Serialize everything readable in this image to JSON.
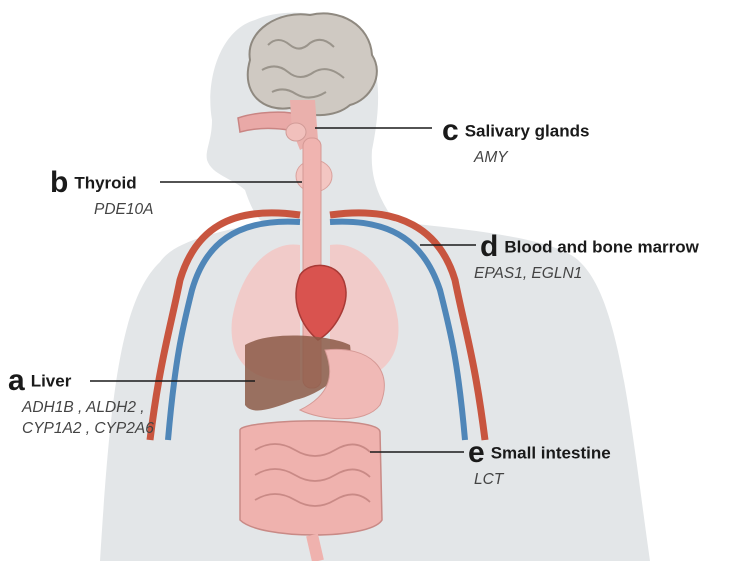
{
  "labels": {
    "a": {
      "letter": "a",
      "organ": "Liver",
      "genes_line1": "ADH1B , ALDH2 ,",
      "genes_line2": "CYP1A2 , CYP2A6"
    },
    "b": {
      "letter": "b",
      "organ": "Thyroid",
      "genes": "PDE10A"
    },
    "c": {
      "letter": "c",
      "organ": "Salivary glands",
      "genes": "AMY"
    },
    "d": {
      "letter": "d",
      "organ": "Blood and bone marrow",
      "genes": "EPAS1, EGLN1"
    },
    "e": {
      "letter": "e",
      "organ": "Small intestine",
      "genes": "LCT"
    }
  },
  "colors": {
    "body_silhouette": "#e3e6e8",
    "artery": "#c8553f",
    "vein": "#4f86b8",
    "organ_pink": "#efb7b4",
    "liver": "#8c5a48",
    "leader_line": "#1a1a1a"
  }
}
